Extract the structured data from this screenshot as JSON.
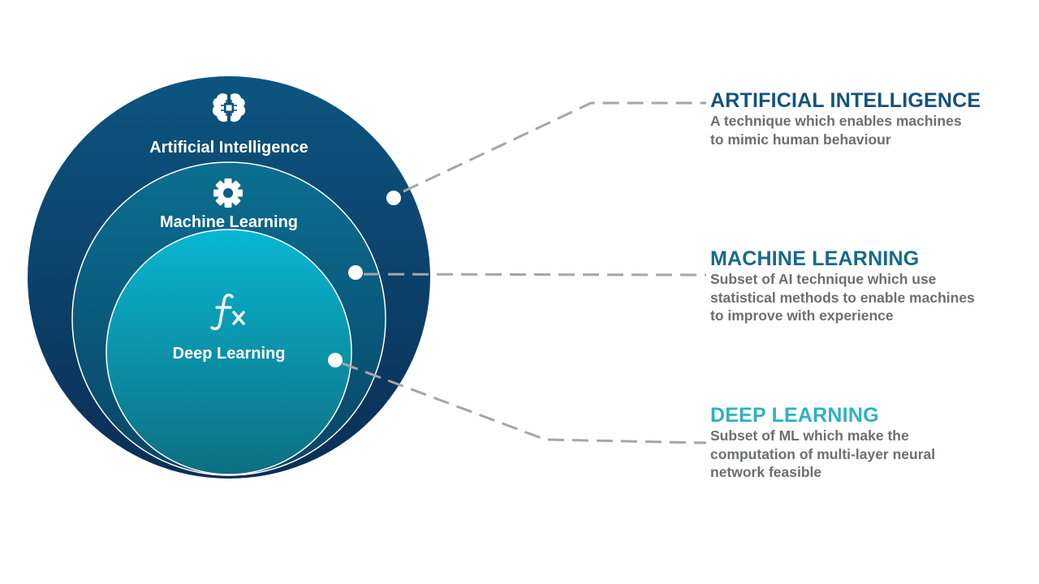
{
  "circles": {
    "ai": {
      "label": "Artificial Intelligence",
      "icon": "brain-chip-icon",
      "color_top": "#0c5580",
      "color_bottom": "#0b2e55"
    },
    "ml": {
      "label": "Machine Learning",
      "icon": "gear-icon",
      "color_top": "#0b6f91",
      "color_bottom": "#0a4466"
    },
    "dl": {
      "label": "Deep Learning",
      "icon": "function-fx-icon",
      "color_top": "#09b6d3",
      "color_bottom": "#0d6f80"
    }
  },
  "panels": {
    "ai": {
      "title": "ARTIFICIAL INTELLIGENCE",
      "title_color": "#135280",
      "description_lines": [
        "A technique which enables machines",
        "to mimic human behaviour"
      ]
    },
    "ml": {
      "title": "MACHINE LEARNING",
      "title_color": "#166a8a",
      "description_lines": [
        "Subset of AI technique which use",
        "statistical methods to enable machines",
        "to improve with experience"
      ]
    },
    "dl": {
      "title": "DEEP LEARNING",
      "title_color": "#2fb1c4",
      "description_lines": [
        "Subset of ML which make the",
        "computation of multi-layer neural",
        "network feasible"
      ]
    }
  },
  "connector_color": "#a6a6a6"
}
